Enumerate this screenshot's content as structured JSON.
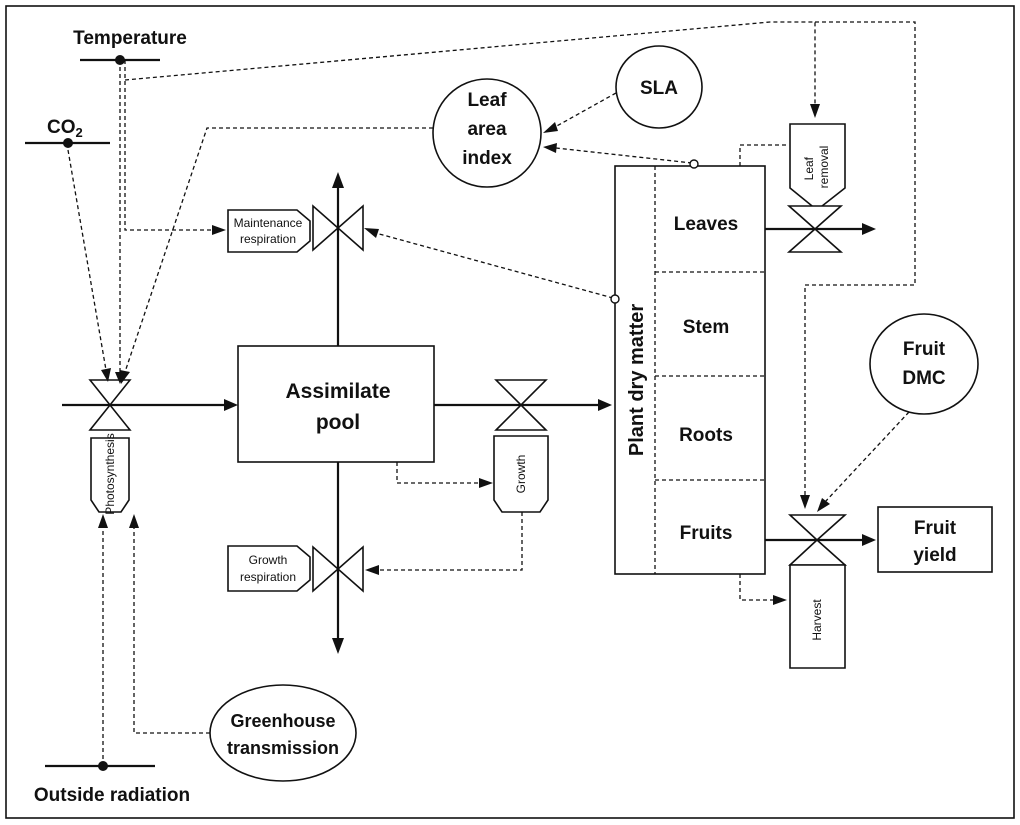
{
  "drivers": {
    "temperature": "Temperature",
    "co2": "CO",
    "co2_sub": "2",
    "outside_radiation": "Outside radiation"
  },
  "ovals": {
    "lai_1": "Leaf",
    "lai_2": "area",
    "lai_3": "index",
    "sla": "SLA",
    "fruit_dmc_1": "Fruit",
    "fruit_dmc_2": "DMC",
    "greenhouse_1": "Greenhouse",
    "greenhouse_2": "transmission"
  },
  "pool": {
    "line1": "Assimilate",
    "line2": "pool"
  },
  "plant": {
    "title": "Plant dry matter",
    "organs": [
      "Leaves",
      "Stem",
      "Roots",
      "Fruits"
    ]
  },
  "yield": {
    "line1": "Fruit",
    "line2": "yield"
  },
  "valves": {
    "photosynthesis": "Photosynthesis",
    "maintenance_1": "Maintenance",
    "maintenance_2": "respiration",
    "growth": "Growth",
    "growth_resp_1": "Growth",
    "growth_resp_2": "respiration",
    "leaf_removal_1": "Leaf",
    "leaf_removal_2": "removal",
    "harvest": "Harvest"
  }
}
